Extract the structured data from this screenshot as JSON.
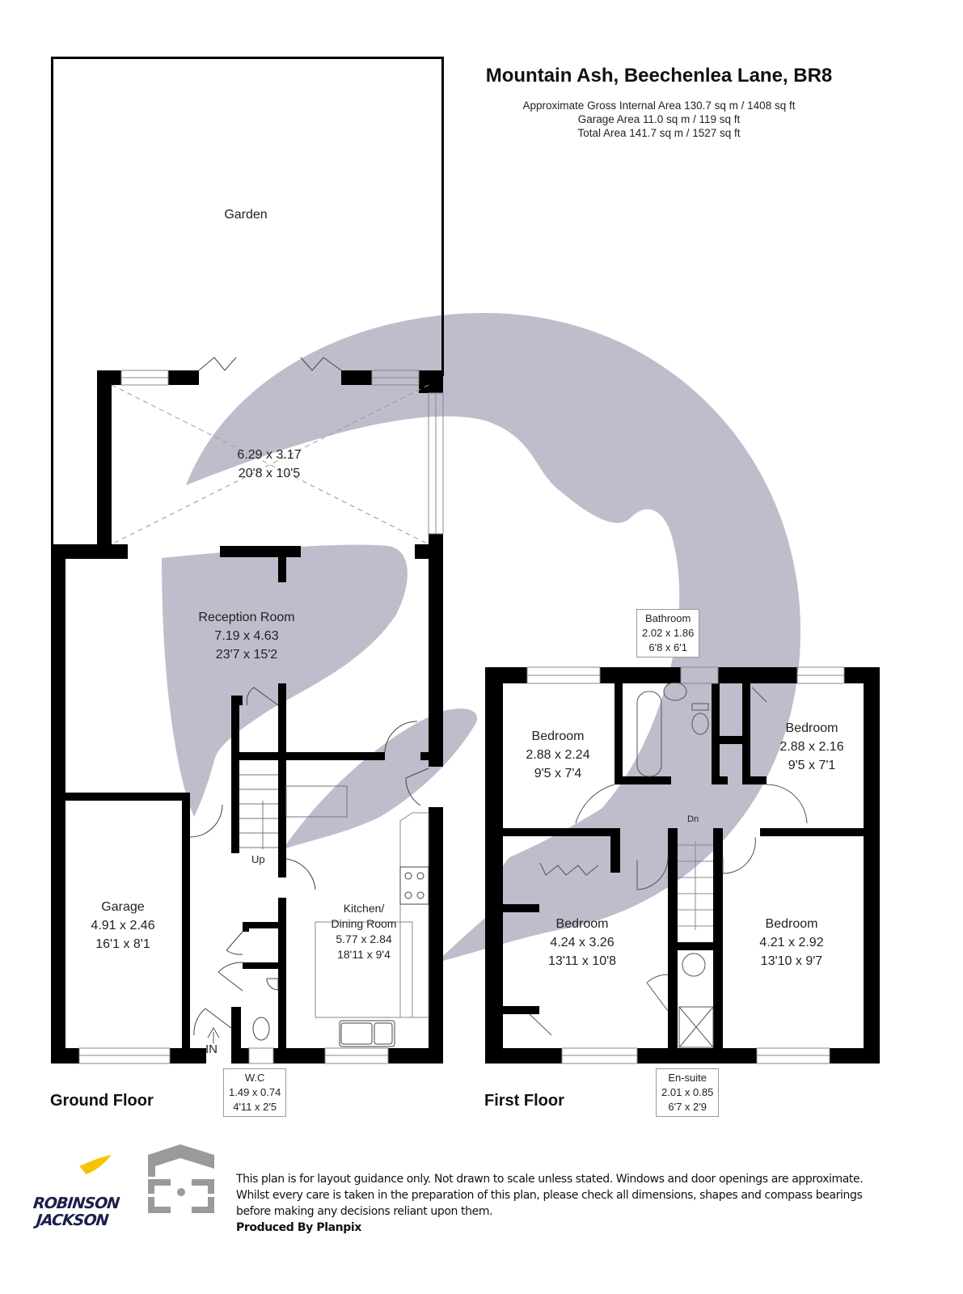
{
  "header": {
    "title": "Mountain Ash, Beechenlea Lane, BR8",
    "areas": [
      "Approximate Gross Internal Area 130.7 sq m / 1408 sq ft",
      "Garage Area 11.0 sq m / 119 sq ft",
      "Total Area 141.7 sq m / 1527 sq ft"
    ]
  },
  "colors": {
    "wall": "#000000",
    "watermark": "#bdbdcc",
    "brand_navy": "#1b1f4b",
    "brand_yellow": "#f5c400",
    "planpix_grey": "#9a9a9a"
  },
  "ground_floor": {
    "label": "Ground Floor",
    "rooms": {
      "garden": {
        "name": "Garden"
      },
      "conservatory": {
        "name": "",
        "metric": "6.29 x 3.17",
        "imperial": "20'8 x 10'5"
      },
      "reception": {
        "name": "Reception Room",
        "metric": "7.19 x 4.63",
        "imperial": "23'7 x 15'2"
      },
      "garage": {
        "name": "Garage",
        "metric": "4.91 x 2.46",
        "imperial": "16'1 x 8'1"
      },
      "kitchen": {
        "name_line1": "Kitchen/",
        "name_line2": "Dining Room",
        "metric": "5.77 x 2.84",
        "imperial": "18'11 x 9'4"
      },
      "wc": {
        "name": "W.C",
        "metric": "1.49 x 0.74",
        "imperial": "4'11 x 2'5"
      }
    },
    "markers": {
      "stairs": "Up",
      "entrance": "IN"
    }
  },
  "first_floor": {
    "label": "First Floor",
    "rooms": {
      "bathroom": {
        "name": "Bathroom",
        "metric": "2.02 x 1.86",
        "imperial": "6'8 x 6'1"
      },
      "bedroom_top_left": {
        "name": "Bedroom",
        "metric": "2.88 x 2.24",
        "imperial": "9'5 x 7'4"
      },
      "bedroom_top_right": {
        "name": "Bedroom",
        "metric": "2.88 x 2.16",
        "imperial": "9'5 x 7'1"
      },
      "bedroom_bottom_left": {
        "name": "Bedroom",
        "metric": "4.24 x 3.26",
        "imperial": "13'11 x 10'8"
      },
      "bedroom_bottom_right": {
        "name": "Bedroom",
        "metric": "4.21 x 2.92",
        "imperial": "13'10 x 9'7"
      },
      "ensuite": {
        "name": "En-suite",
        "metric": "2.01 x 0.85",
        "imperial": "6'7 x 2'9"
      }
    },
    "markers": {
      "stairs": "Dn"
    }
  },
  "footer": {
    "brand_line1": "ROBINSON",
    "brand_line2": "JACKSON",
    "planpix_icon": "house-frame-icon",
    "disclaimer": "This plan is for layout guidance only. Not drawn to scale unless stated. Windows and door openings are approximate. Whilst every care is taken in the preparation of this plan, please check all dimensions, shapes and compass bearings before making any decisions reliant upon them.",
    "producer": "Produced By Planpix"
  }
}
